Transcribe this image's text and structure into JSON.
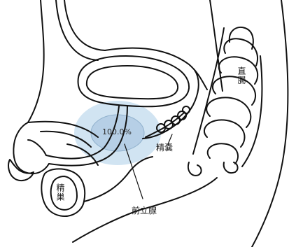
{
  "diagram": {
    "labels": {
      "rectum": "直腸",
      "seminal_vesicle": "精嚢",
      "prostate": "前立腺",
      "testis": "精巣",
      "prostate_percentage": "100.0%"
    },
    "colors": {
      "highlight": "#c9dff0",
      "prostate_fill": "#b6cfe6",
      "line": "#111111"
    }
  }
}
